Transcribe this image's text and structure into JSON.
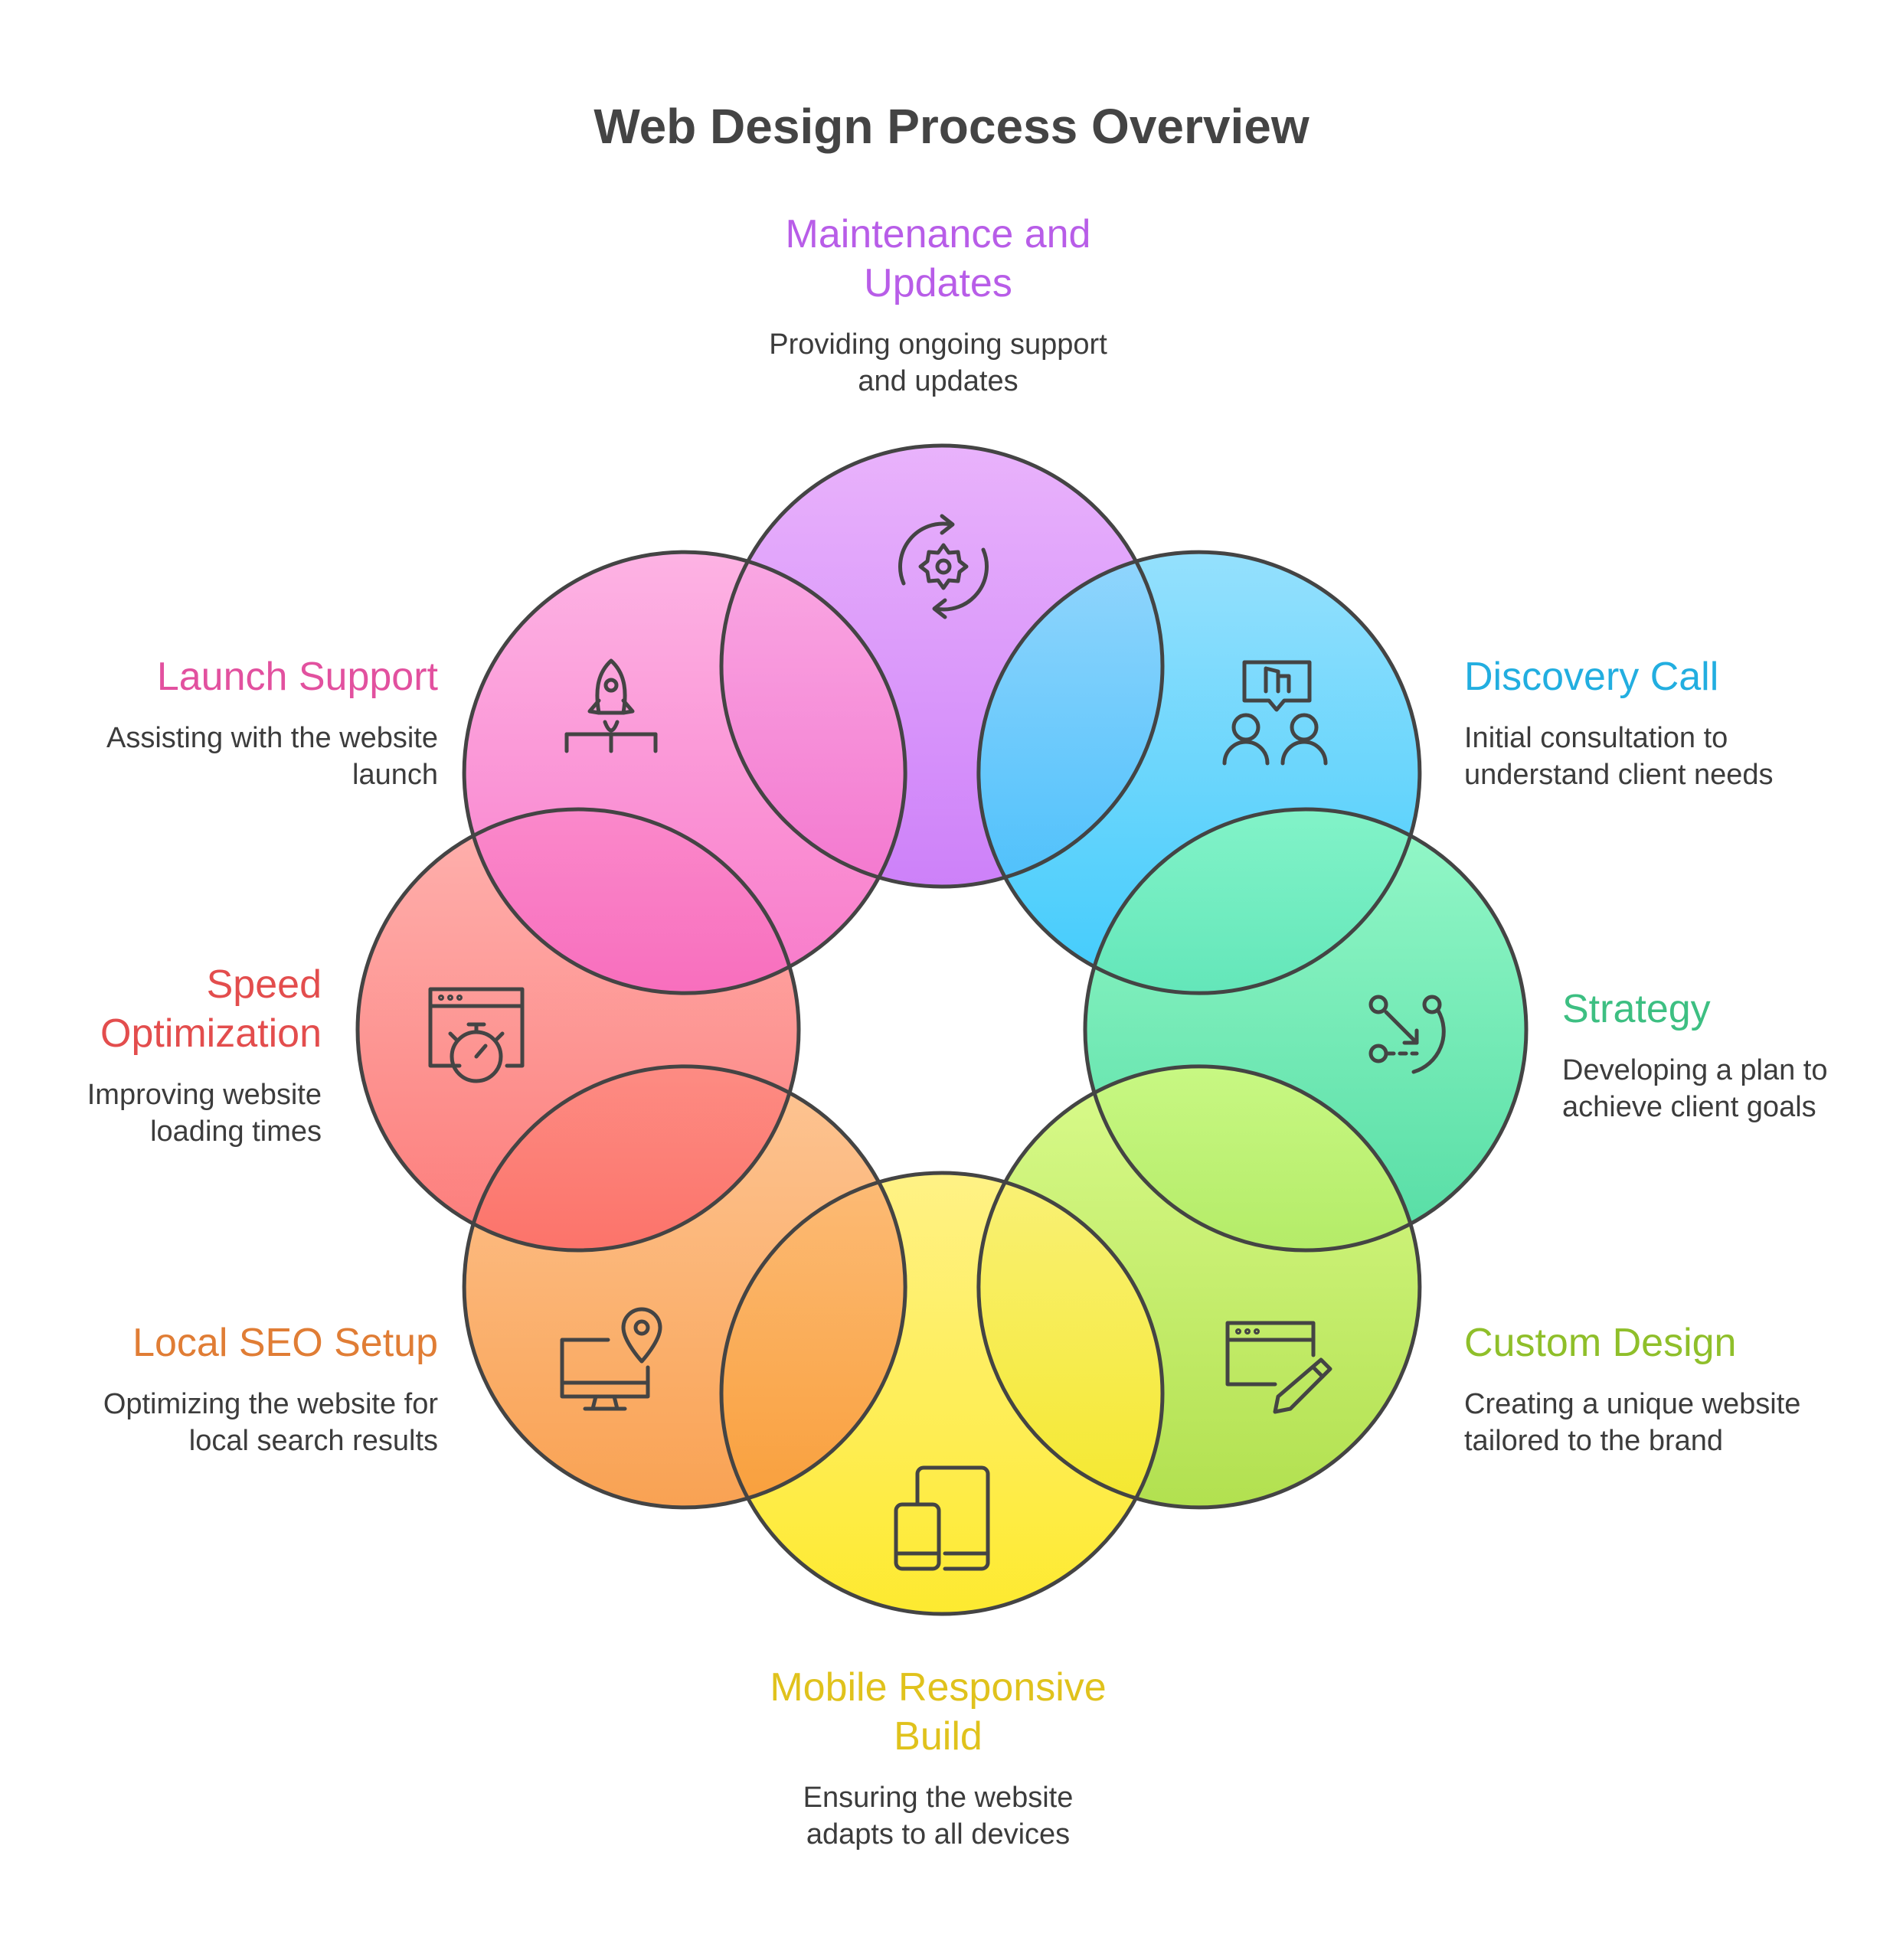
{
  "title": "Web Design Process Overview",
  "steps": [
    {
      "id": "maintenance",
      "title": "Maintenance and\nUpdates",
      "desc": "Providing ongoing support\nand updates",
      "icon": "gear-refresh-icon",
      "color": "#b85de8",
      "fill_top": "#e6a8fb",
      "fill_bottom": "#c66ff8"
    },
    {
      "id": "discovery",
      "title": "Discovery Call",
      "desc": "Initial consultation to\nunderstand client needs",
      "icon": "people-chat-icon",
      "color": "#22aee0",
      "fill_top": "#86dcfd",
      "fill_bottom": "#27c4fb"
    },
    {
      "id": "strategy",
      "title": "Strategy",
      "desc": "Developing a plan to\nachieve client goals",
      "icon": "strategy-path-icon",
      "color": "#3dbf82",
      "fill_top": "#86f7c1",
      "fill_bottom": "#3ed898"
    },
    {
      "id": "custom-design",
      "title": "Custom Design",
      "desc": "Creating a unique website\ntailored to the brand",
      "icon": "browser-pencil-icon",
      "color": "#8fbf2a",
      "fill_top": "#d4fa7c",
      "fill_bottom": "#a7dc37"
    },
    {
      "id": "mobile",
      "title": "Mobile Responsive\nBuild",
      "desc": "Ensuring the website\nadapts to all devices",
      "icon": "devices-icon",
      "color": "#e0c21c",
      "fill_top": "#fff075",
      "fill_bottom": "#fde713"
    },
    {
      "id": "local-seo",
      "title": "Local SEO Setup",
      "desc": "Optimizing the website for\nlocal search results",
      "icon": "monitor-location-icon",
      "color": "#e07d35",
      "fill_top": "#fdbd86",
      "fill_bottom": "#f8953b"
    },
    {
      "id": "speed",
      "title": "Speed\nOptimization",
      "desc": "Improving website\nloading times",
      "icon": "browser-stopwatch-icon",
      "color": "#e34d4d",
      "fill_top": "#fea7a3",
      "fill_bottom": "#fc6a68"
    },
    {
      "id": "launch",
      "title": "Launch Support",
      "desc": "Assisting with the website\nlaunch",
      "icon": "rocket-launch-icon",
      "color": "#e2519f",
      "fill_top": "#fda8e0",
      "fill_bottom": "#f768c2"
    }
  ]
}
